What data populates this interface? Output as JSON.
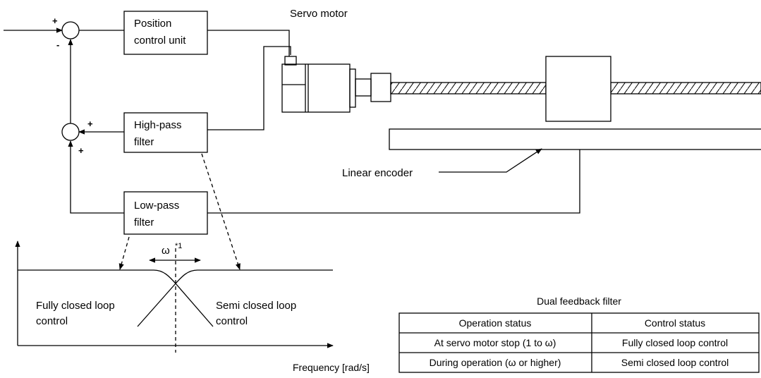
{
  "blocks": {
    "position_control": [
      "Position",
      "control unit"
    ],
    "high_pass": [
      "High-pass",
      "filter"
    ],
    "low_pass": [
      "Low-pass",
      "filter"
    ]
  },
  "labels": {
    "servo_motor": "Servo motor",
    "linear_encoder": "Linear encoder",
    "omega": "ω",
    "omega_note": "*1",
    "fully_closed": [
      "Fully closed loop",
      "control"
    ],
    "semi_closed": [
      "Semi closed loop",
      "control"
    ],
    "x_axis": "Frequency [rad/s]"
  },
  "signs": {
    "sum1_plus": "+",
    "sum1_minus": "-",
    "sum2_plus_right": "+",
    "sum2_plus_bottom": "+"
  },
  "table": {
    "title": "Dual feedback filter",
    "headers": [
      "Operation status",
      "Control status"
    ],
    "rows": [
      [
        "At servo motor stop (1 to ω)",
        "Fully closed loop control"
      ],
      [
        "During operation (ω or higher)",
        "Semi closed loop control"
      ]
    ]
  }
}
